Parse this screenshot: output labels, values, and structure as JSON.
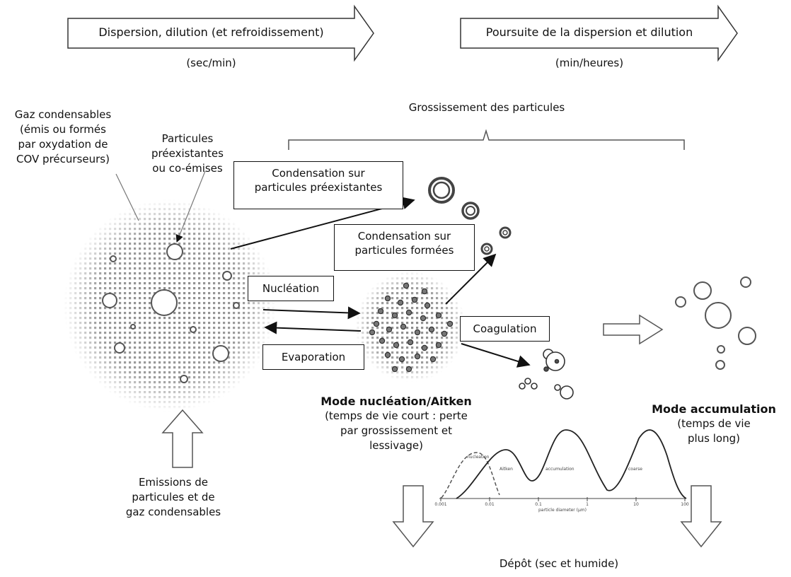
{
  "timeline": {
    "phase1_label": "Dispersion, dilution (et refroidissement)",
    "phase1_time": "(sec/min)",
    "phase2_label": "Poursuite de la dispersion et dilution",
    "phase2_time": "(min/heures)"
  },
  "growth_label": "Grossissement des particules",
  "gas_label_lines": [
    "Gaz condensables",
    "(émis ou formés",
    "par oxydation de",
    "COV précurseurs)"
  ],
  "preexisting_label_lines": [
    "Particules",
    "préexistantes",
    "ou co-émises"
  ],
  "processes": {
    "condensation_preexisting": [
      "Condensation sur",
      "particules préexistantes"
    ],
    "condensation_formed": [
      "Condensation sur",
      "particules formées"
    ],
    "nucleation": "Nucléation",
    "evaporation": "Evaporation",
    "coagulation": "Coagulation"
  },
  "modes": {
    "nucleation_title": "Mode nucléation/Aitken",
    "nucleation_desc_lines": [
      "(temps de vie court : perte",
      "par grossissement et",
      "lessivage)"
    ],
    "accumulation_title": "Mode accumulation",
    "accumulation_desc_lines": [
      "(temps de vie",
      "plus long)"
    ]
  },
  "emissions_lines": [
    "Emissions de",
    "particules et de",
    "gaz condensables"
  ],
  "deposition": "Dépôt (sec et humide)",
  "size_distribution": {
    "mode_labels": [
      "nucleation",
      "Aitken",
      "accumulation",
      "coarse"
    ],
    "tick_labels": [
      "0.001",
      "0.01",
      "0.1",
      "1",
      "10",
      "100"
    ],
    "xlabel": "particle diameter (μm)"
  }
}
